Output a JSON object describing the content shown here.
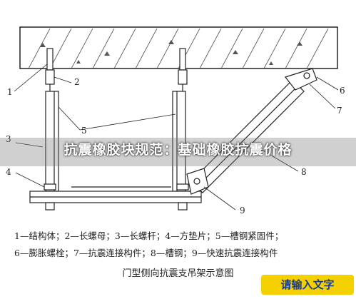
{
  "callouts": [
    "1",
    "2",
    "3",
    "4",
    "5",
    "6",
    "7",
    "8",
    "9"
  ],
  "banner": "抗震橡胶块规范：基础橡胶抗震价格",
  "legend_lines": [
    "1—结构体；2—长螺母；3—长螺杆；4—方垫片；5—槽钢紧固件；",
    "6—膨胀螺栓；7—抗震连接构件；8—槽钢；9—快速抗震连接构件"
  ],
  "caption": "门型侧向抗震支吊架示意图",
  "watermark": "请输入文字",
  "colors": {
    "line": "#222222",
    "concrete_hatch": "#555555",
    "banner_text": "#ffffff",
    "watermark_bg": "#f4d000",
    "watermark_text": "#1a3c8c"
  }
}
